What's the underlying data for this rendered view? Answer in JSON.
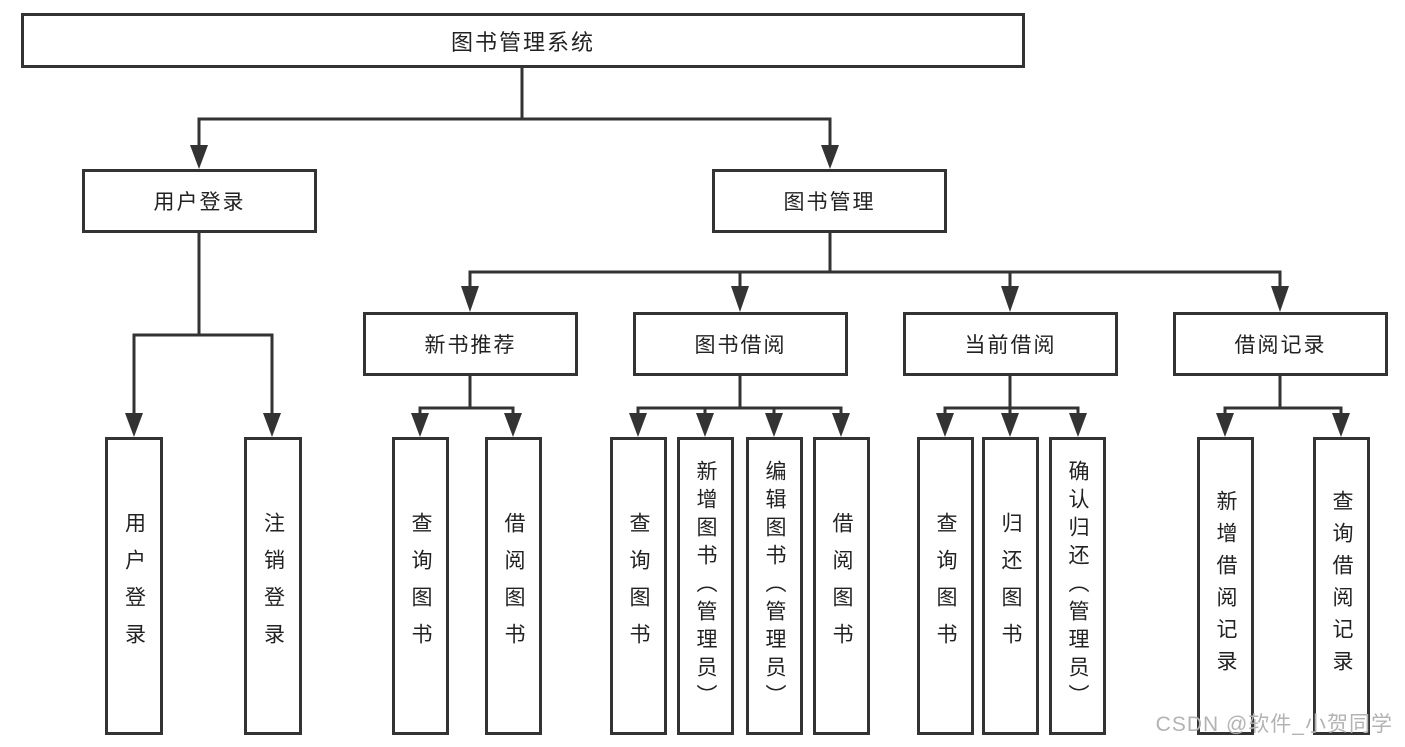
{
  "tree": {
    "root": {
      "label": "图书管理系统",
      "children": [
        {
          "label": "用户登录",
          "children": [
            {
              "label": "用户登录"
            },
            {
              "label": "注销登录"
            }
          ]
        },
        {
          "label": "图书管理",
          "children": [
            {
              "label": "新书推荐",
              "children": [
                {
                  "label": "查询图书"
                },
                {
                  "label": "借阅图书"
                }
              ]
            },
            {
              "label": "图书借阅",
              "children": [
                {
                  "label": "查询图书"
                },
                {
                  "label": "新增图书（管理员）"
                },
                {
                  "label": "编辑图书（管理员）"
                },
                {
                  "label": "借阅图书"
                }
              ]
            },
            {
              "label": "当前借阅",
              "children": [
                {
                  "label": "查询图书"
                },
                {
                  "label": "归还图书"
                },
                {
                  "label": "确认归还（管理员）"
                }
              ]
            },
            {
              "label": "借阅记录",
              "children": [
                {
                  "label": "新增借阅记录"
                },
                {
                  "label": "查询借阅记录"
                }
              ]
            }
          ]
        }
      ]
    }
  },
  "watermark": {
    "text": "CSDN @软件_小贺同学"
  },
  "colors": {
    "line": "#333333",
    "box_border": "#333333",
    "box_background": "#ffffff",
    "text": "#222222",
    "watermark": "#b3b3b3",
    "page_background": "#ffffff"
  }
}
